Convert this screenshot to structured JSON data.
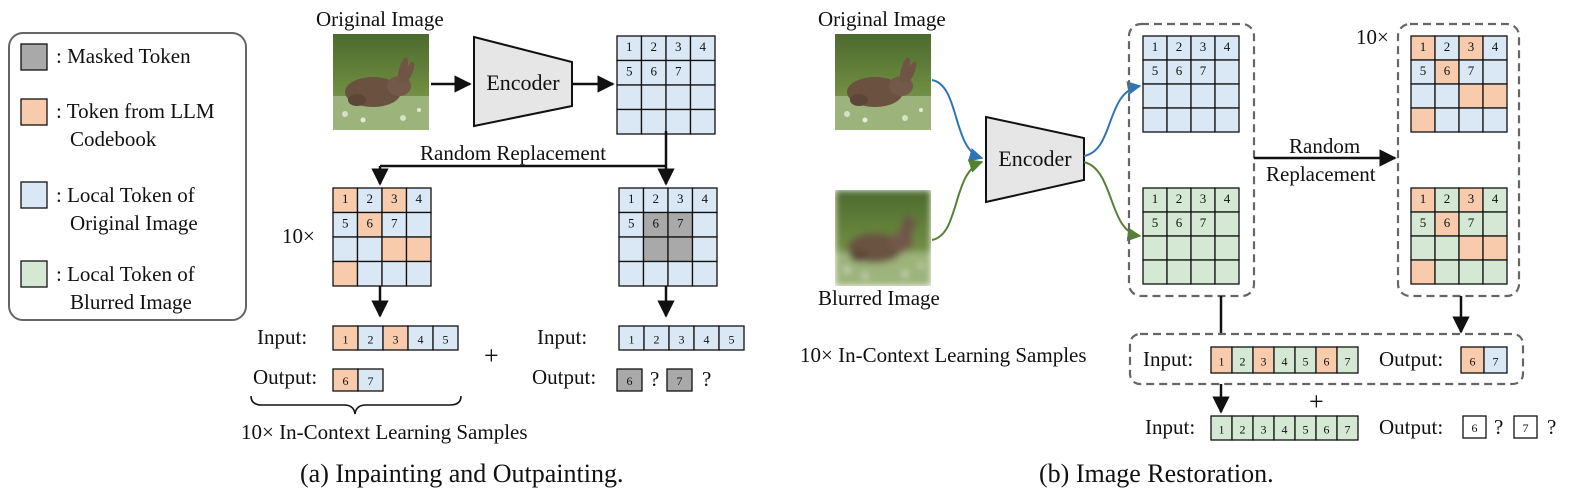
{
  "legend": {
    "masked": ": Masked Token",
    "llm_line1": ": Token from LLM",
    "llm_line2": "Codebook",
    "local_orig_line1": ": Local Token of",
    "local_orig_line2": "Original Image",
    "local_blur_line1": ": Local Token of",
    "local_blur_line2": "Blurred Image"
  },
  "panel_a": {
    "original_image": "Original Image",
    "encoder": "Encoder",
    "random_replacement": "Random Replacement",
    "times": "10×",
    "input_label": "Input:",
    "output_label": "Output:",
    "plus": "+",
    "question": "?",
    "icl_samples": "10× In-Context Learning Samples",
    "caption": "(a) Inpainting and Outpainting."
  },
  "panel_b": {
    "original_image": "Original Image",
    "blurred_image": "Blurred Image",
    "encoder": "Encoder",
    "random_replacement_1": "Random",
    "random_replacement_2": "Replacement",
    "times": "10×",
    "icl_samples": "10× In-Context Learning Samples",
    "input_label": "Input:",
    "output_label": "Output:",
    "plus": "+",
    "question": "?",
    "caption": "(b) Image Restoration."
  },
  "grid_numbers": [
    "1",
    "2",
    "3",
    "4",
    "5",
    "6",
    "7"
  ],
  "seq5": [
    "1",
    "2",
    "3",
    "4",
    "5"
  ],
  "seq7": [
    "1",
    "2",
    "3",
    "4",
    "5",
    "6",
    "7"
  ],
  "colors": {
    "masked": "#a9a9a9",
    "llm": "#f8cbad",
    "local_orig": "#dae8f5",
    "local_blur": "#d5e8d4",
    "encoder_fill": "#e6e6e6",
    "arrow_blue": "#2e75b6",
    "arrow_green": "#548235"
  }
}
